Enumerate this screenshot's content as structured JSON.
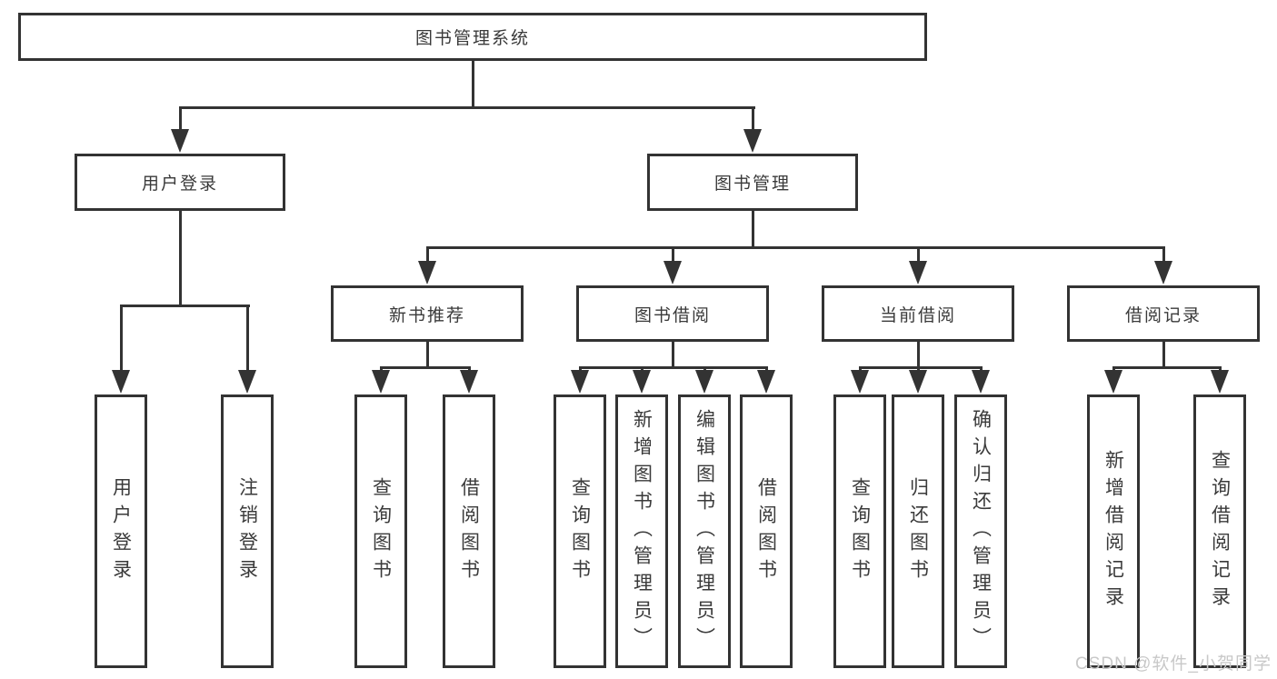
{
  "diagram": {
    "root": {
      "label": "图书管理系统"
    },
    "level2": [
      {
        "id": "user-login",
        "label": "用户登录"
      },
      {
        "id": "book-management",
        "label": "图书管理"
      }
    ],
    "level3": [
      {
        "id": "new-book-recommend",
        "label": "新书推荐",
        "parent": "图书管理"
      },
      {
        "id": "book-borrow",
        "label": "图书借阅",
        "parent": "图书管理"
      },
      {
        "id": "current-borrow",
        "label": "当前借阅",
        "parent": "图书管理"
      },
      {
        "id": "borrow-records",
        "label": "借阅记录",
        "parent": "图书管理"
      }
    ],
    "leaves": [
      {
        "label": "用户登录",
        "parent": "用户登录"
      },
      {
        "label": "注销登录",
        "parent": "用户登录"
      },
      {
        "label": "查询图书",
        "parent": "新书推荐"
      },
      {
        "label": "借阅图书",
        "parent": "新书推荐"
      },
      {
        "label": "查询图书",
        "parent": "图书借阅"
      },
      {
        "label": "新增图书（管理员）",
        "parent": "图书借阅"
      },
      {
        "label": "编辑图书（管理员）",
        "parent": "图书借阅"
      },
      {
        "label": "借阅图书",
        "parent": "图书借阅"
      },
      {
        "label": "查询图书",
        "parent": "当前借阅"
      },
      {
        "label": "归还图书",
        "parent": "当前借阅"
      },
      {
        "label": "确认归还（管理员）",
        "parent": "当前借阅"
      },
      {
        "label": "新增借阅记录",
        "parent": "借阅记录"
      },
      {
        "label": "查询借阅记录",
        "parent": "借阅记录"
      }
    ],
    "watermark": "CSDN @软件_小贺同学"
  },
  "colors": {
    "line": "#333333",
    "text": "#3a3a3a",
    "watermark": "#c8c8c8",
    "background": "#ffffff"
  }
}
